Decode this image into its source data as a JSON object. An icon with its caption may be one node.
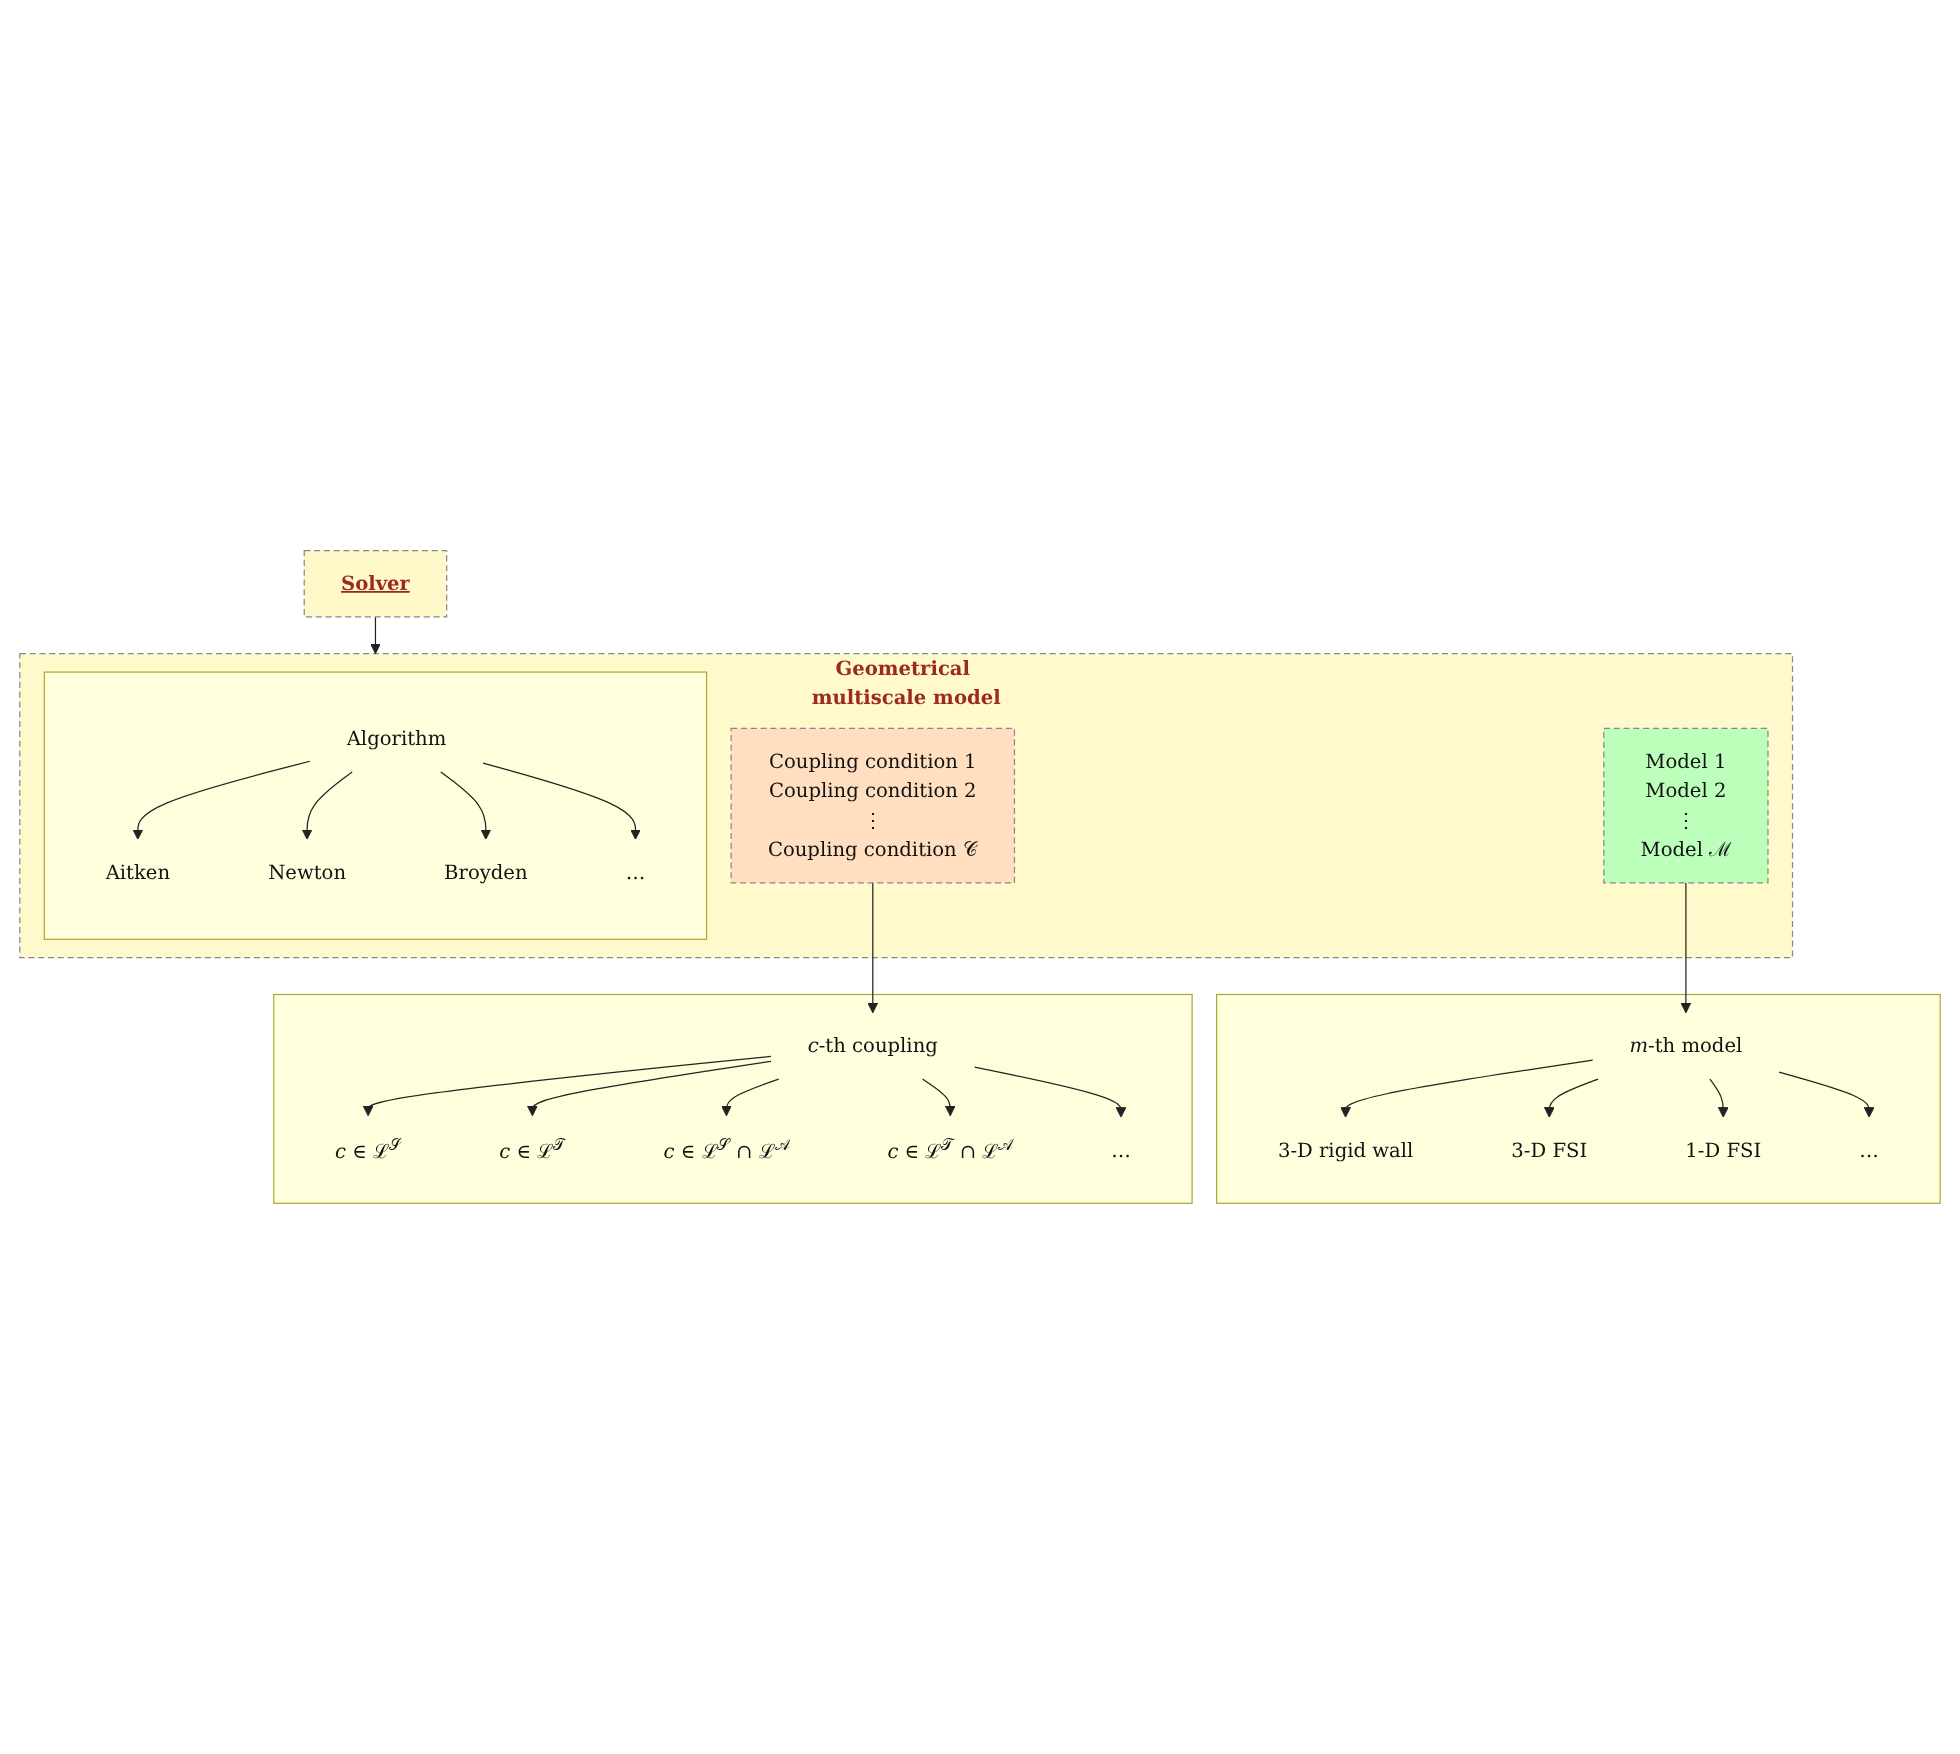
{
  "diagram": {
    "nodes": [
      {
        "text": [
          "Solver"
        ]
      },
      {
        "text": [
          "Geometrical multiscale model"
        ]
      },
      {
        "text": [
          "Model 1",
          "Model 2",
          "⋮",
          "Model ℳ"
        ],
        "in": 1
      },
      {
        "text": [
          "Coupling condition 1",
          "Coupling condition 2",
          "⋮",
          "Coupling condition 𝒞"
        ],
        "in": 1
      },
      {
        "text": [],
        "shape": "box",
        "in": 1
      },
      {
        "text": [
          "Algorithm"
        ],
        "in": 4
      },
      {
        "text": [
          "Aitken"
        ],
        "in": 4
      },
      {
        "text": [
          "Newton"
        ],
        "in": 4
      },
      {
        "text": [
          "Broyden"
        ],
        "in": 4
      },
      {
        "text": [
          "…"
        ],
        "in": 4
      },
      {
        "text": [],
        "shape": "box"
      },
      {
        "text": [
          "*m*-th model"
        ],
        "in": 10
      },
      {
        "text": [
          "3-D rigid wall"
        ],
        "in": 10
      },
      {
        "text": [
          "3-D FSI"
        ],
        "in": 10
      },
      {
        "text": [
          "1-D FSI"
        ],
        "in": 10
      },
      {
        "text": [
          "…"
        ],
        "in": 10
      },
      {
        "text": [],
        "shape": "box"
      },
      {
        "text": [
          "*c*-th coupling"
        ],
        "in": 16
      },
      {
        "text": [
          "*c* ∈ ℒ$^{𝒮}$"
        ],
        "in": 16
      },
      {
        "text": [
          "*c* ∈ ℒ$^{𝒯}$"
        ],
        "in": 16
      },
      {
        "text": [
          "*c* ∈ ℒ$^{𝒮}$ ∩ ℒ$^{𝒜}$"
        ],
        "in": 16
      },
      {
        "text": [
          "*c* ∈ ℒ$^{𝒯}$ ∩ ℒ$^{𝒜}$"
        ],
        "in": 16
      },
      {
        "text": [
          "…"
        ],
        "in": 16
      }
    ],
    "edges": [
      {
        "from": 0,
        "to": 1,
        "arrow": "to"
      },
      {
        "from": 2,
        "to": 11,
        "arrow": "to"
      },
      {
        "from": 3,
        "to": 17,
        "arrow": "to"
      },
      {
        "from": 5,
        "to": 6,
        "arrow": "to"
      },
      {
        "from": 5,
        "to": 7,
        "arrow": "to"
      },
      {
        "from": 5,
        "to": 8,
        "arrow": "to"
      },
      {
        "from": 5,
        "to": 9,
        "arrow": "to"
      },
      {
        "from": 11,
        "to": 12,
        "arrow": "to"
      },
      {
        "from": 11,
        "to": 13,
        "arrow": "to"
      },
      {
        "from": 11,
        "to": 14,
        "arrow": "to"
      },
      {
        "from": 11,
        "to": 15,
        "arrow": "to"
      },
      {
        "from": 17,
        "to": 18,
        "arrow": "to"
      },
      {
        "from": 17,
        "to": 19,
        "arrow": "to"
      },
      {
        "from": 17,
        "to": 20,
        "arrow": "to"
      },
      {
        "from": 17,
        "to": 21,
        "arrow": "to"
      },
      {
        "from": 17,
        "to": 22,
        "arrow": "to"
      }
    ]
  }
}
